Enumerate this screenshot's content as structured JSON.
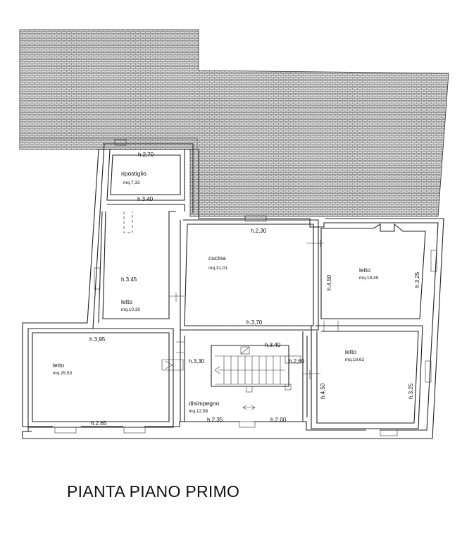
{
  "title": "PIANTA PIANO PRIMO",
  "rooms": [
    {
      "key": "ripostiglio",
      "name": "ripostiglio",
      "area": "mq.7,33"
    },
    {
      "key": "letto_small",
      "name": "letto",
      "area": "mq.10,30"
    },
    {
      "key": "cucina",
      "name": "cucina",
      "area": "mq.31,01"
    },
    {
      "key": "letto_ne",
      "name": "letto",
      "area": "mq.18,49"
    },
    {
      "key": "letto_se",
      "name": "letto",
      "area": "mq.18,62"
    },
    {
      "key": "letto_sw",
      "name": "letto",
      "area": "mq.25,53"
    },
    {
      "key": "disimpegno",
      "name": "disimpegno",
      "area": "mq.12,58"
    }
  ],
  "heights": [
    {
      "key": "rip",
      "label": "h.2,70"
    },
    {
      "key": "passage_top",
      "label": "h.3.40"
    },
    {
      "key": "letto_small",
      "label": "h.3.45"
    },
    {
      "key": "cucina_top",
      "label": "h.2,30"
    },
    {
      "key": "cucina_bottom",
      "label": "h.3,70"
    },
    {
      "key": "letto_ne_left",
      "label": "h.4,50"
    },
    {
      "key": "letto_ne_right",
      "label": "h.3,25"
    },
    {
      "key": "letto_sw_top",
      "label": "h.3,95"
    },
    {
      "key": "letto_sw_bottom",
      "label": "h.2.65"
    },
    {
      "key": "stair_top",
      "label": "h.3.40"
    },
    {
      "key": "stair_left",
      "label": "h.3,30"
    },
    {
      "key": "stair_right",
      "label": "h.2,60"
    },
    {
      "key": "letto_se_left",
      "label": "h.4,50"
    },
    {
      "key": "letto_se_right",
      "label": "h.3,25"
    },
    {
      "key": "dis_bottom_left",
      "label": "h.2,35"
    },
    {
      "key": "dis_bottom_right",
      "label": "h.2,00"
    }
  ]
}
